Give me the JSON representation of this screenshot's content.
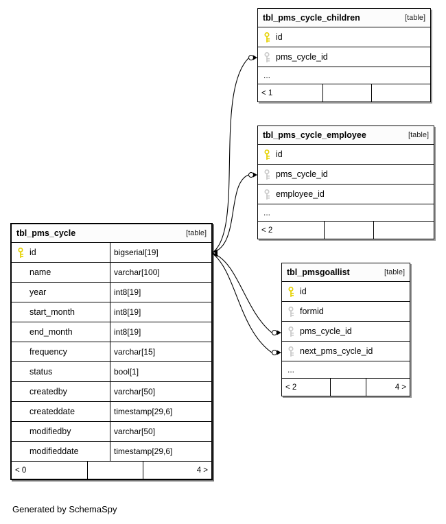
{
  "page": {
    "footer_note": "Generated by SchemaSpy"
  },
  "colors": {
    "primary_key": "#e6d200",
    "foreign_key": "#c9c9c9",
    "line": "#000000",
    "table_bg": "#ffffff"
  },
  "tables": {
    "children": {
      "title": "tbl_pms_cycle_children",
      "tag": "[table]",
      "rows": [
        {
          "name": "id",
          "key": "primary"
        },
        {
          "name": "pms_cycle_id",
          "key": "foreign"
        }
      ],
      "more": "...",
      "footer": {
        "c1": "< 1",
        "c2": "",
        "c3": ""
      }
    },
    "employee": {
      "title": "tbl_pms_cycle_employee",
      "tag": "[table]",
      "rows": [
        {
          "name": "id",
          "key": "primary"
        },
        {
          "name": "pms_cycle_id",
          "key": "foreign"
        },
        {
          "name": "employee_id",
          "key": "foreign"
        }
      ],
      "more": "...",
      "footer": {
        "c1": "< 2",
        "c2": "",
        "c3": ""
      }
    },
    "cycle": {
      "title": "tbl_pms_cycle",
      "tag": "[table]",
      "rows": [
        {
          "name": "id",
          "type": "bigserial[19]",
          "key": "primary"
        },
        {
          "name": "name",
          "type": "varchar[100]"
        },
        {
          "name": "year",
          "type": "int8[19]"
        },
        {
          "name": "start_month",
          "type": "int8[19]"
        },
        {
          "name": "end_month",
          "type": "int8[19]"
        },
        {
          "name": "frequency",
          "type": "varchar[15]"
        },
        {
          "name": "status",
          "type": "bool[1]"
        },
        {
          "name": "createdby",
          "type": "varchar[50]"
        },
        {
          "name": "createddate",
          "type": "timestamp[29,6]"
        },
        {
          "name": "modifiedby",
          "type": "varchar[50]"
        },
        {
          "name": "modifieddate",
          "type": "timestamp[29,6]"
        }
      ],
      "footer": {
        "c1": "< 0",
        "c2": "",
        "c3": "4 >"
      }
    },
    "goallist": {
      "title": "tbl_pmsgoallist",
      "tag": "[table]",
      "rows": [
        {
          "name": "id",
          "key": "primary"
        },
        {
          "name": "formid",
          "key": "foreign"
        },
        {
          "name": "pms_cycle_id",
          "key": "foreign"
        },
        {
          "name": "next_pms_cycle_id",
          "key": "foreign"
        }
      ],
      "more": "...",
      "footer": {
        "c1": "< 2",
        "c2": "",
        "c3": "4 >"
      }
    }
  }
}
